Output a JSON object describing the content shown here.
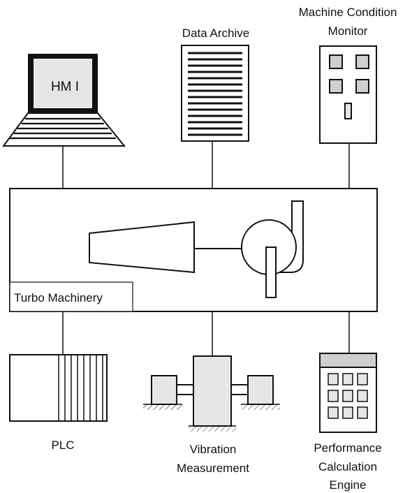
{
  "labels": {
    "hmi": "HM I",
    "data_archive": "Data Archive",
    "machine_condition_monitor_line1": "Machine Condition",
    "machine_condition_monitor_line2": "Monitor",
    "turbo_machinery": "Turbo Machinery",
    "plc": "PLC",
    "vibration_measurement_line1": "Vibration",
    "vibration_measurement_line2": "Measurement",
    "performance_line1": "Performance",
    "performance_line2": "Calculation",
    "performance_line3": "Engine"
  },
  "colors": {
    "stroke": "#111111",
    "fill_light": "#e6e6e6",
    "fill_panel": "#cfcfcf",
    "background": "#ffffff"
  }
}
